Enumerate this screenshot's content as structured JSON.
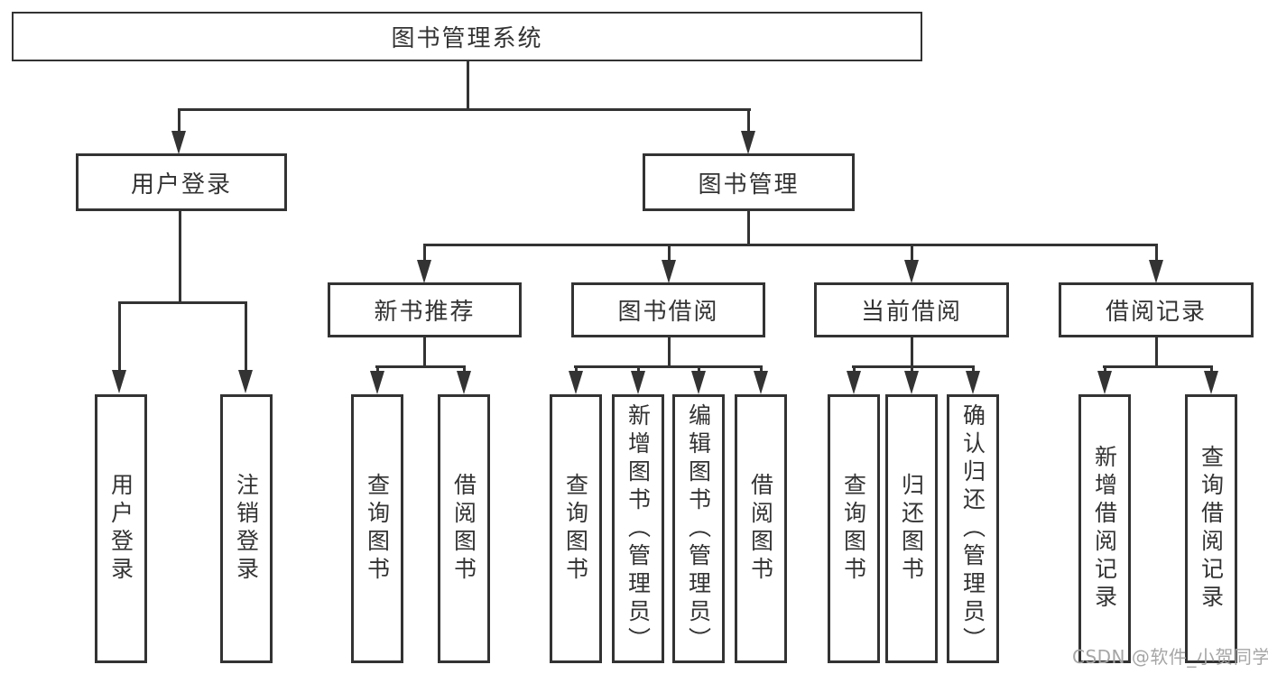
{
  "tree": {
    "root": {
      "label": "图书管理系统"
    },
    "branches": [
      {
        "label": "用户登录",
        "leaves": [
          "用户登录",
          "注销登录"
        ]
      },
      {
        "label": "图书管理",
        "groups": [
          {
            "label": "新书推荐",
            "leaves": [
              "查询图书",
              "借阅图书"
            ]
          },
          {
            "label": "图书借阅",
            "leaves": [
              "查询图书",
              "新增图书（管理员）",
              "编辑图书（管理员）",
              "借阅图书"
            ]
          },
          {
            "label": "当前借阅",
            "leaves": [
              "查询图书",
              "归还图书",
              "确认归还（管理员）"
            ]
          },
          {
            "label": "借阅记录",
            "leaves": [
              "新增借阅记录",
              "查询借阅记录"
            ]
          }
        ]
      }
    ]
  },
  "watermark": {
    "text": "CSDN @软件_小贺同学"
  },
  "colors": {
    "line": "#333333",
    "box_border": "#333333",
    "text": "#333333",
    "background": "#ffffff",
    "watermark": "#a6a6a6"
  }
}
